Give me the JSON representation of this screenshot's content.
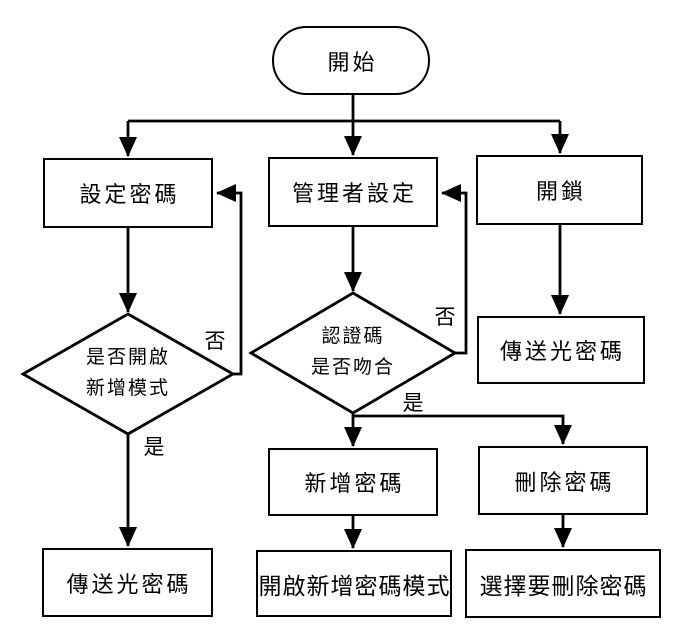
{
  "page": {
    "background_color": "#ffffff",
    "line_color": "#000000",
    "text_color": "#000000"
  },
  "flowchart": {
    "nodes": {
      "start": {
        "type": "terminator",
        "label": "開始"
      },
      "set_password": {
        "type": "process",
        "label": "設定密碼"
      },
      "admin_setup": {
        "type": "process",
        "label": "管理者設定"
      },
      "unlock": {
        "type": "process",
        "label": "開鎖"
      },
      "new_mode_decision": {
        "type": "decision",
        "label_line1": "是否開啟",
        "label_line2": "新增模式"
      },
      "auth_decision": {
        "type": "decision",
        "label_line1": "認證碼",
        "label_line2": "是否吻合"
      },
      "send_light_right": {
        "type": "process",
        "label": "傳送光密碼"
      },
      "add_password": {
        "type": "process",
        "label": "新增密碼"
      },
      "delete_password": {
        "type": "process",
        "label": "刪除密碼"
      },
      "send_light_left": {
        "type": "process",
        "label": "傳送光密碼"
      },
      "open_add_mode": {
        "type": "process",
        "label": "開啟新增密碼模式"
      },
      "select_delete": {
        "type": "process",
        "label": "選擇要刪除密碼"
      }
    },
    "edge_labels": {
      "left_no": "否",
      "left_yes": "是",
      "mid_no": "否",
      "mid_yes": "是"
    }
  }
}
